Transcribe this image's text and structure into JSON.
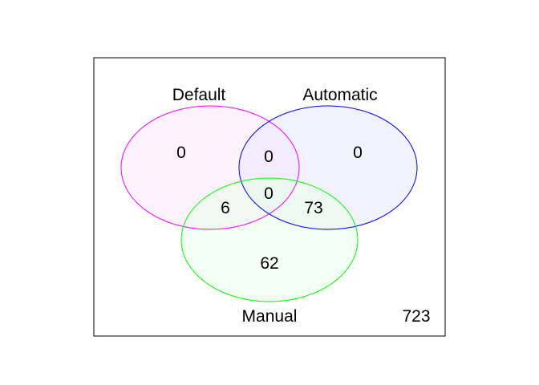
{
  "venn": {
    "sets": [
      {
        "key": "default",
        "label": "Default",
        "color": "#ff00ff",
        "fill": "#fde9fd"
      },
      {
        "key": "automatic",
        "label": "Automatic",
        "color": "#0000ff",
        "fill": "#e9e9fd"
      },
      {
        "key": "manual",
        "label": "Manual",
        "color": "#00ff00",
        "fill": "#e9fde9"
      }
    ],
    "counts": {
      "default_only": "0",
      "automatic_only": "0",
      "default_automatic": "0",
      "all_three": "0",
      "default_manual": "6",
      "automatic_manual": "73",
      "manual_only": "62",
      "outside": "723"
    }
  }
}
